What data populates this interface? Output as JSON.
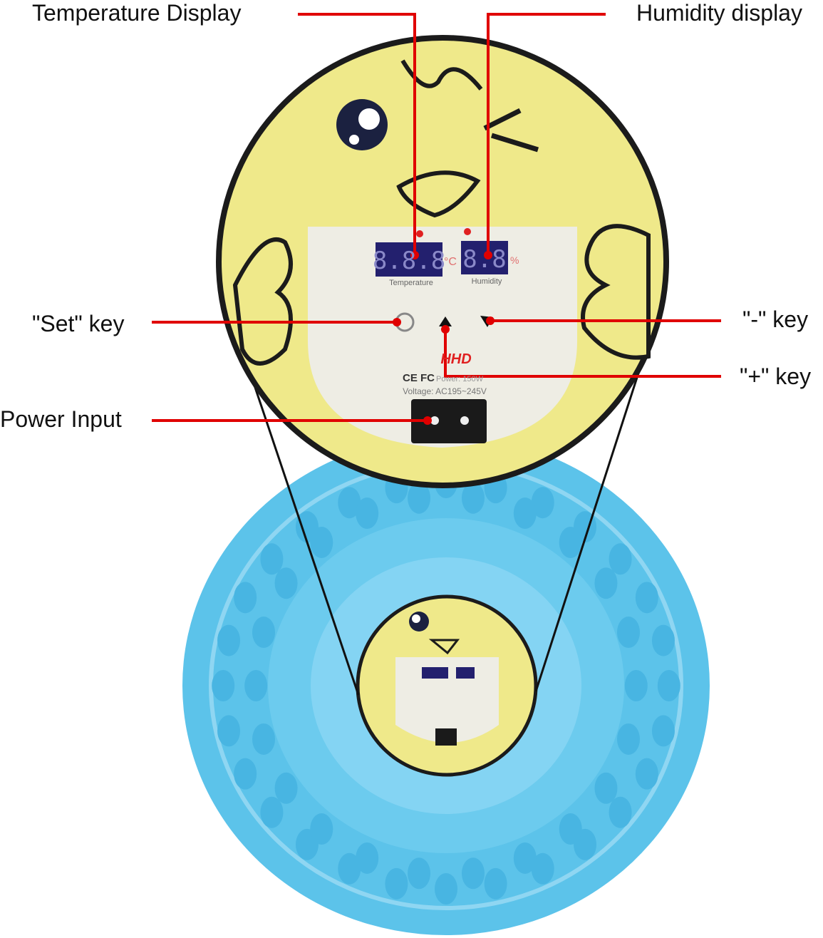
{
  "labels": {
    "temperature_display": "Temperature Display",
    "humidity_display": "Humidity display",
    "set_key": "\"Set\" key",
    "minus_key": "\"-\" key",
    "plus_key": "\"+\" key",
    "power_input": "Power Input"
  },
  "panel": {
    "temperature_readout": "8.8.8",
    "temperature_unit": "°C",
    "humidity_readout": "8.8",
    "humidity_unit": "%",
    "temperature_caption": "Temperature",
    "humidity_caption": "Humidity",
    "brand": "HHD",
    "cert": "CE FC",
    "power": "Power: 150W",
    "voltage": "Voltage: AC195~245V"
  },
  "colors": {
    "callout_red": "#e00000",
    "chick_yellow": "#efe98a",
    "panel_white": "#eeede4",
    "display_blue": "#23206e",
    "incubator_blue": "#5cc3ea"
  }
}
